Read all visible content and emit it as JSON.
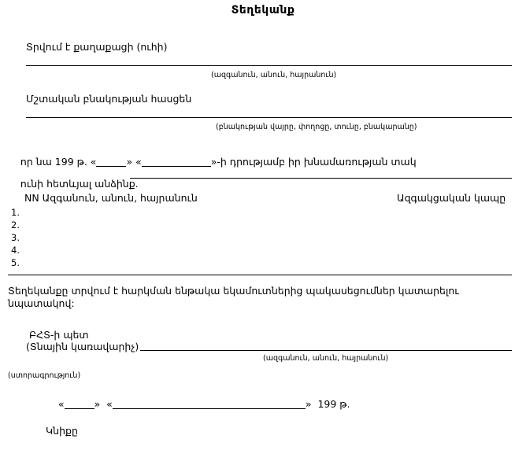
{
  "document": {
    "title": "Տեղեկանք",
    "language": "Armenian"
  },
  "fields": {
    "issued_to_label": "Տրվում է քաղաքացի (ուհի)",
    "name_caption": "(ազգանուն, անուն, հայրանուն)",
    "address_label": "Մշտական բնակության հասցեն",
    "address_caption": "(բնակության վայրը, փողոցը, տունը, բնակարանը)",
    "statement_line_1_a": "որ նա 199 թ. «",
    "statement_line_1_b": "» «",
    "statement_line_1_c": "»-ի դրությամբ իր խնամառության տակ",
    "statement_line_2": "ունի հետևյալ անձինք."
  },
  "table": {
    "header_left": "NN Ազգանուն, անուն, հայրանուն",
    "header_right": "Ազգակցական կապը",
    "rows": [
      {
        "num": "1.",
        "name": "",
        "relation": ""
      },
      {
        "num": "2.",
        "name": "",
        "relation": ""
      },
      {
        "num": "3.",
        "name": "",
        "relation": ""
      },
      {
        "num": "4.",
        "name": "",
        "relation": ""
      },
      {
        "num": "5.",
        "name": "",
        "relation": ""
      }
    ]
  },
  "purpose": {
    "line_1": "Տեղեկանքը տրվում է հարկման ենթակա եկամուտներից պակասեցումներ կատարելու",
    "line_2": "նպատակով:"
  },
  "signature": {
    "role_line_1": "ԲՀՏ-ի պետ",
    "role_line_2": "(Տնային կառավարիչ)",
    "name_caption": "(ազգանուն, անուն, հայրանուն)",
    "signature_caption": "(ստորագրություն)"
  },
  "date": {
    "open_quote": "«",
    "close_quote": "»",
    "year_label": "199 թ."
  },
  "seal": {
    "label": "Կնիքը"
  }
}
